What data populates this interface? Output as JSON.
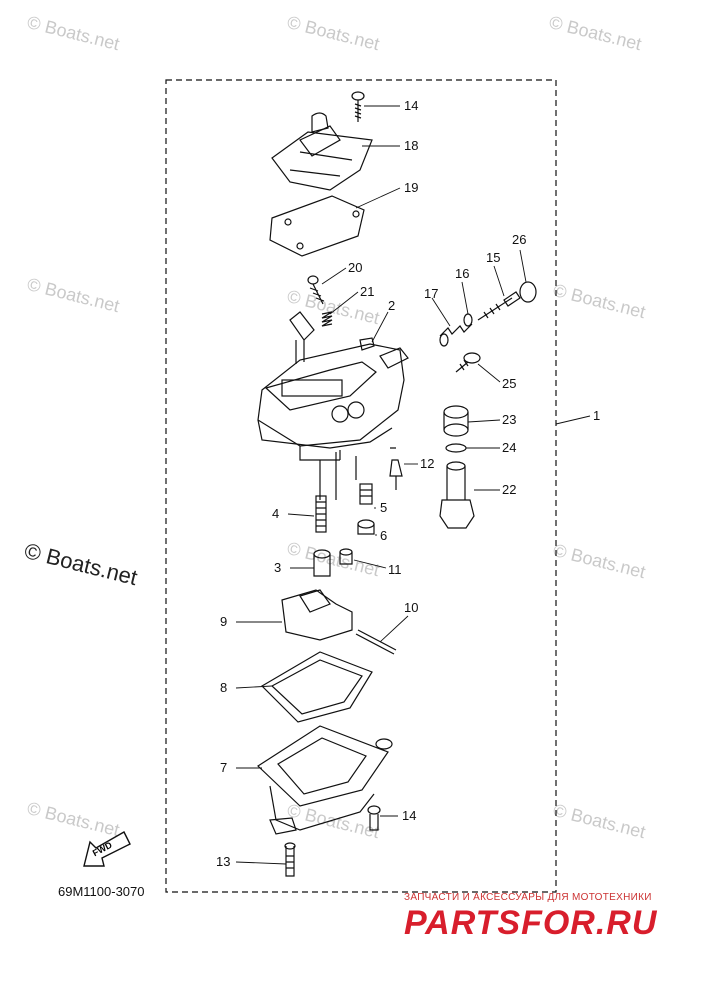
{
  "watermark": "© Boats.net",
  "diagram_code": "69M1100-3070",
  "fwd_label": "FWD",
  "footer": {
    "subtitle": "ЗАПЧАСТИ И АКСЕССУАРЫ ДЛЯ МОТОТЕХНИКИ",
    "logo": "PARTSFOR.RU"
  },
  "callouts": [
    "14",
    "18",
    "19",
    "20",
    "21",
    "2",
    "17",
    "16",
    "15",
    "26",
    "25",
    "1",
    "23",
    "24",
    "22",
    "12",
    "4",
    "5",
    "6",
    "3",
    "11",
    "9",
    "10",
    "8",
    "7",
    "14",
    "13"
  ]
}
